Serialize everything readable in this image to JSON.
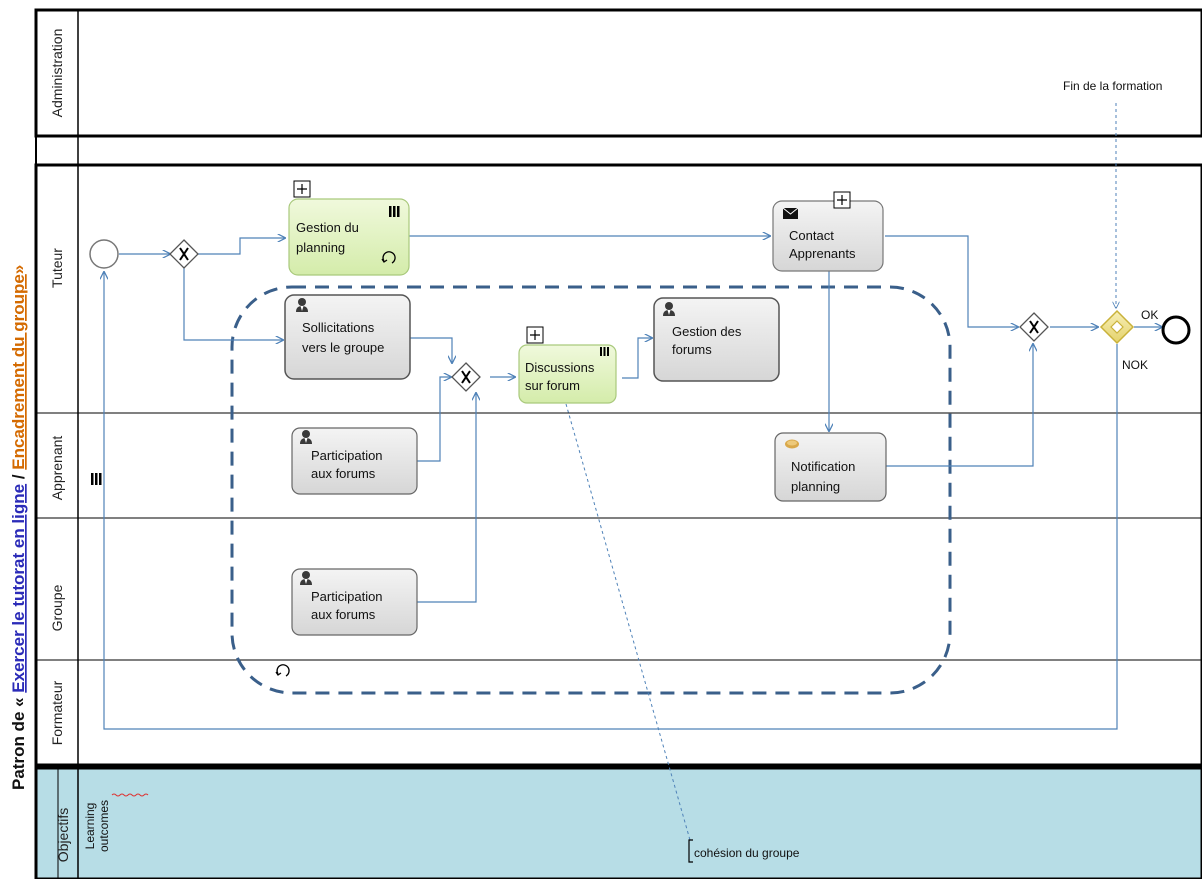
{
  "pool_title": {
    "prefix": "Patron de « ",
    "part1": "Exercer le tutorat en ligne",
    "separator": " / ",
    "part2": "Encadrement du groupe",
    "suffix": "»",
    "colors": {
      "prefix": "#111111",
      "part1": "#2b2bb8",
      "part2": "#d46a00",
      "suffix": "#111111"
    }
  },
  "lanes": {
    "administration": "Administration",
    "tuteur": "Tuteur",
    "apprenant": "Apprenant",
    "groupe": "Groupe",
    "formateur": "Formateur",
    "objectifs": "Objectifs",
    "learning_outcomes_1": "Learning",
    "learning_outcomes_2": "outcomes"
  },
  "tasks": {
    "gestion_planning": [
      "Gestion du",
      "planning"
    ],
    "contact_apprenants": [
      "Contact",
      "Apprenants"
    ],
    "sollicitations": [
      "Sollicitations",
      "vers le groupe"
    ],
    "discussions": [
      "Discussions",
      "sur forum"
    ],
    "gestion_forums": [
      "Gestion des",
      "forums"
    ],
    "participation_apprenant": [
      "Participation",
      "aux forums"
    ],
    "participation_groupe": [
      "Participation",
      "aux forums"
    ],
    "notification": [
      "Notification",
      "planning"
    ]
  },
  "annotations": {
    "fin_formation": "Fin de la formation",
    "cohesion": "cohésion du groupe",
    "ok": "OK",
    "nok": "NOK"
  },
  "colors": {
    "green_task": "#e3f3c4",
    "grey_task": "#e6e6e6",
    "objectifs_bg": "#b7dde6",
    "flow": "#4f82b8",
    "dash_group": "#3a5f8a",
    "gateway_yellow": "#f1e49a"
  }
}
